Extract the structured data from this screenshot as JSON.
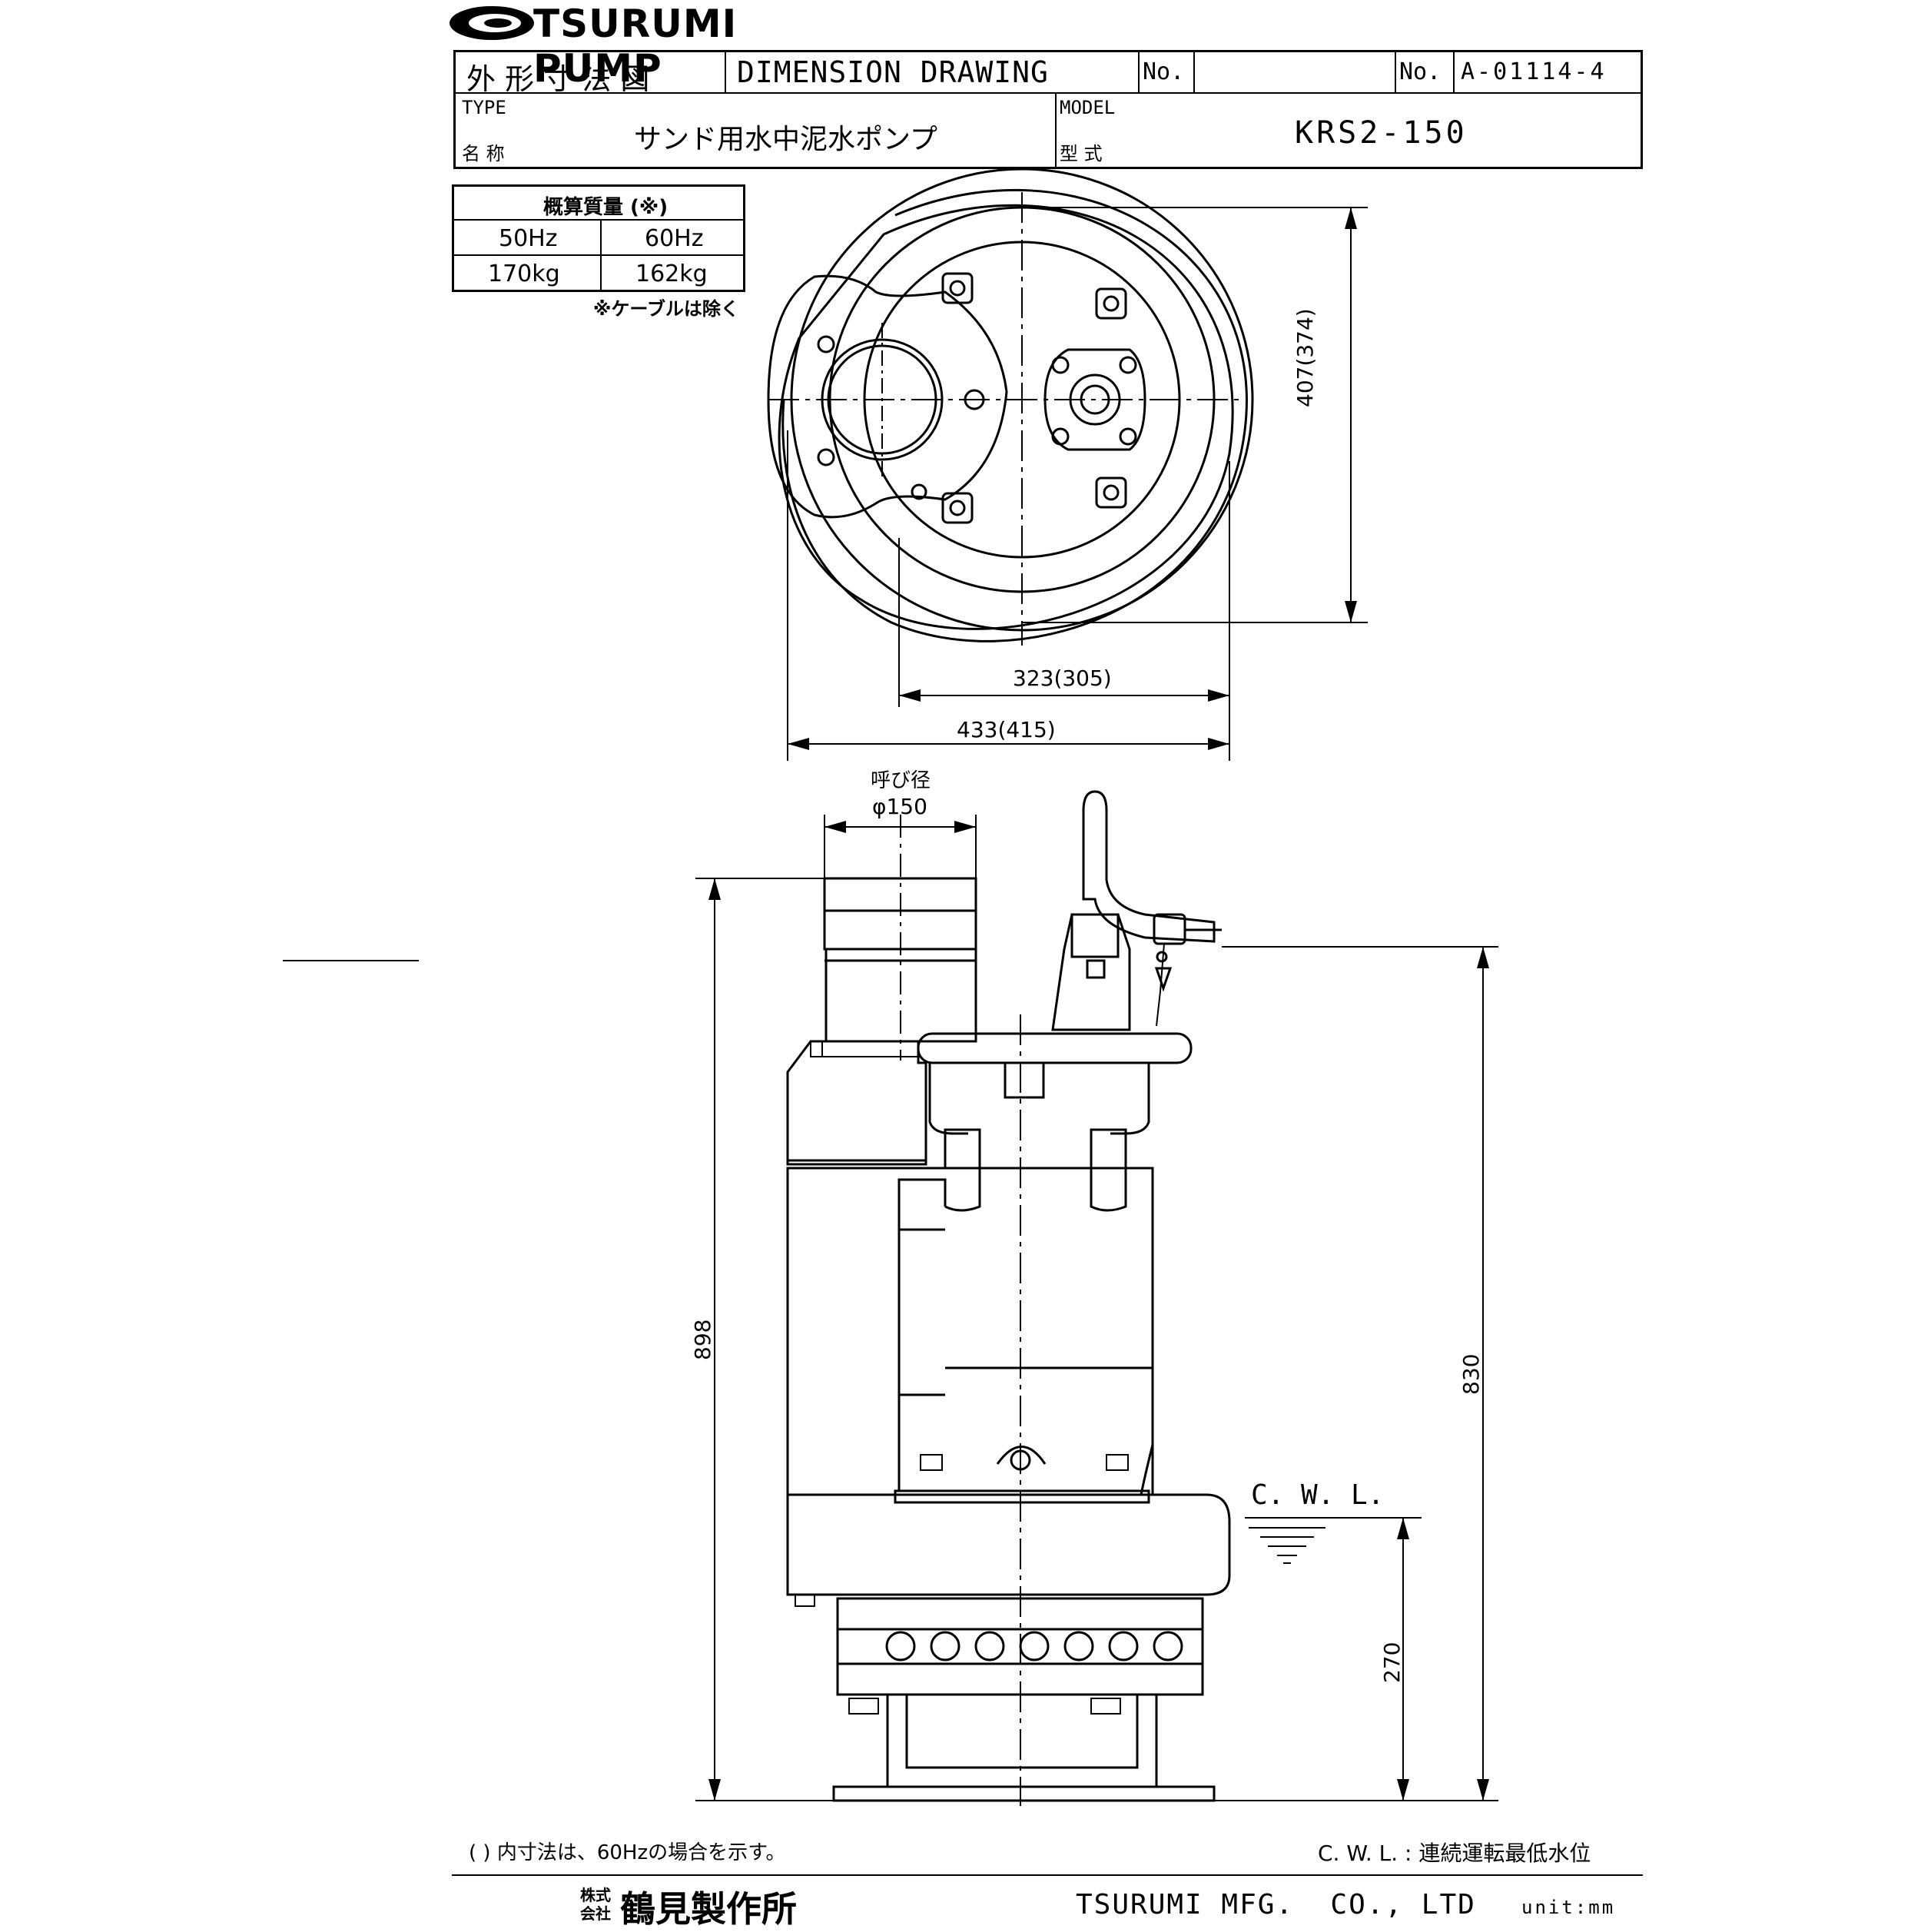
{
  "header": {
    "brand": "TSURUMI PUMP",
    "title_jp": "外 形 寸 法 図",
    "title_en": "DIMENSION DRAWING",
    "no_label_1": "No.",
    "no_label_2": "No.",
    "drawing_no": "A-01114-4",
    "type_label": "TYPE",
    "name_label": "名 称",
    "product_name": "サンド用水中泥水ポンプ",
    "model_label": "MODEL",
    "model_label_jp": "型 式",
    "model_value": "KRS2-150"
  },
  "weight_table": {
    "title": "概算質量 (※)",
    "columns": [
      "50Hz",
      "60Hz"
    ],
    "values": [
      "170kg",
      "162kg"
    ],
    "note": "※ケーブルは除く"
  },
  "dimensions": {
    "height_top": "407(374)",
    "width_inner": "323(305)",
    "width_outer": "433(415)",
    "bore_label": "呼び径",
    "bore_value": "φ150",
    "total_height": "898",
    "cable_height": "830",
    "cwl_label": "C. W. L.",
    "cwl_height": "270"
  },
  "footer": {
    "note_left": "( ) 内寸法は、60Hzの場合を示す。",
    "note_right": "C. W. L. : 連続運転最低水位",
    "company_prefix_1": "株式",
    "company_prefix_2": "会社",
    "company_jp": "鶴見製作所",
    "company_en": "TSURUMI MFG.  CO., LTD",
    "unit": "unit:mm"
  }
}
